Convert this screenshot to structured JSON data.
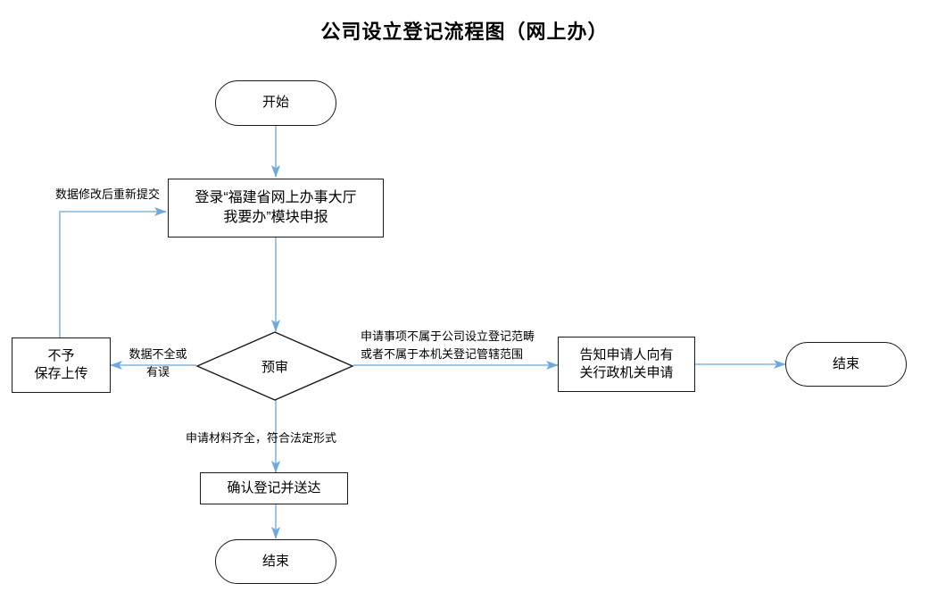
{
  "title": "公司设立登记流程图（网上办）",
  "colors": {
    "connector": "#8FC0E6",
    "node_border": "#1a1a1a",
    "background": "#ffffff",
    "text": "#000000"
  },
  "nodes": {
    "start": {
      "label": "开始",
      "shape": "terminator"
    },
    "login": {
      "label": "登录“福建省网上办事大厅\n我要办”模块申报",
      "shape": "process"
    },
    "review": {
      "label": "预审",
      "shape": "decision"
    },
    "reject": {
      "label": "不予\n保存上传",
      "shape": "process"
    },
    "notify": {
      "label": "告知申请人向有\n关行政机关申请",
      "shape": "process"
    },
    "end_right": {
      "label": "结束",
      "shape": "terminator"
    },
    "confirm": {
      "label": "确认登记并送达",
      "shape": "process"
    },
    "end_bottom": {
      "label": "结束",
      "shape": "terminator"
    }
  },
  "edge_labels": {
    "resubmit": "数据修改后重新提交",
    "incomplete": "数据不全或\n有误",
    "out_of_scope": "申请事项不属于公司设立登记范畴\n或者不属于本机关登记管辖范围",
    "materials_ok": "申请材料齐全，符合法定形式"
  },
  "chart_data": {
    "type": "diagram",
    "title": "公司设立登记流程图（网上办）",
    "nodes": [
      {
        "id": "start",
        "label": "开始",
        "shape": "terminator"
      },
      {
        "id": "login",
        "label": "登录“福建省网上办事大厅我要办”模块申报",
        "shape": "process"
      },
      {
        "id": "review",
        "label": "预审",
        "shape": "decision"
      },
      {
        "id": "reject",
        "label": "不予保存上传",
        "shape": "process"
      },
      {
        "id": "notify",
        "label": "告知申请人向有关行政机关申请",
        "shape": "process"
      },
      {
        "id": "end_right",
        "label": "结束",
        "shape": "terminator"
      },
      {
        "id": "confirm",
        "label": "确认登记并送达",
        "shape": "process"
      },
      {
        "id": "end_bottom",
        "label": "结束",
        "shape": "terminator"
      }
    ],
    "edges": [
      {
        "from": "start",
        "to": "login",
        "label": ""
      },
      {
        "from": "login",
        "to": "review",
        "label": ""
      },
      {
        "from": "review",
        "to": "reject",
        "label": "数据不全或有误"
      },
      {
        "from": "reject",
        "to": "login",
        "label": "数据修改后重新提交"
      },
      {
        "from": "review",
        "to": "notify",
        "label": "申请事项不属于公司设立登记范畴或者不属于本机关登记管辖范围"
      },
      {
        "from": "notify",
        "to": "end_right",
        "label": ""
      },
      {
        "from": "review",
        "to": "confirm",
        "label": "申请材料齐全，符合法定形式"
      },
      {
        "from": "confirm",
        "to": "end_bottom",
        "label": ""
      }
    ]
  }
}
